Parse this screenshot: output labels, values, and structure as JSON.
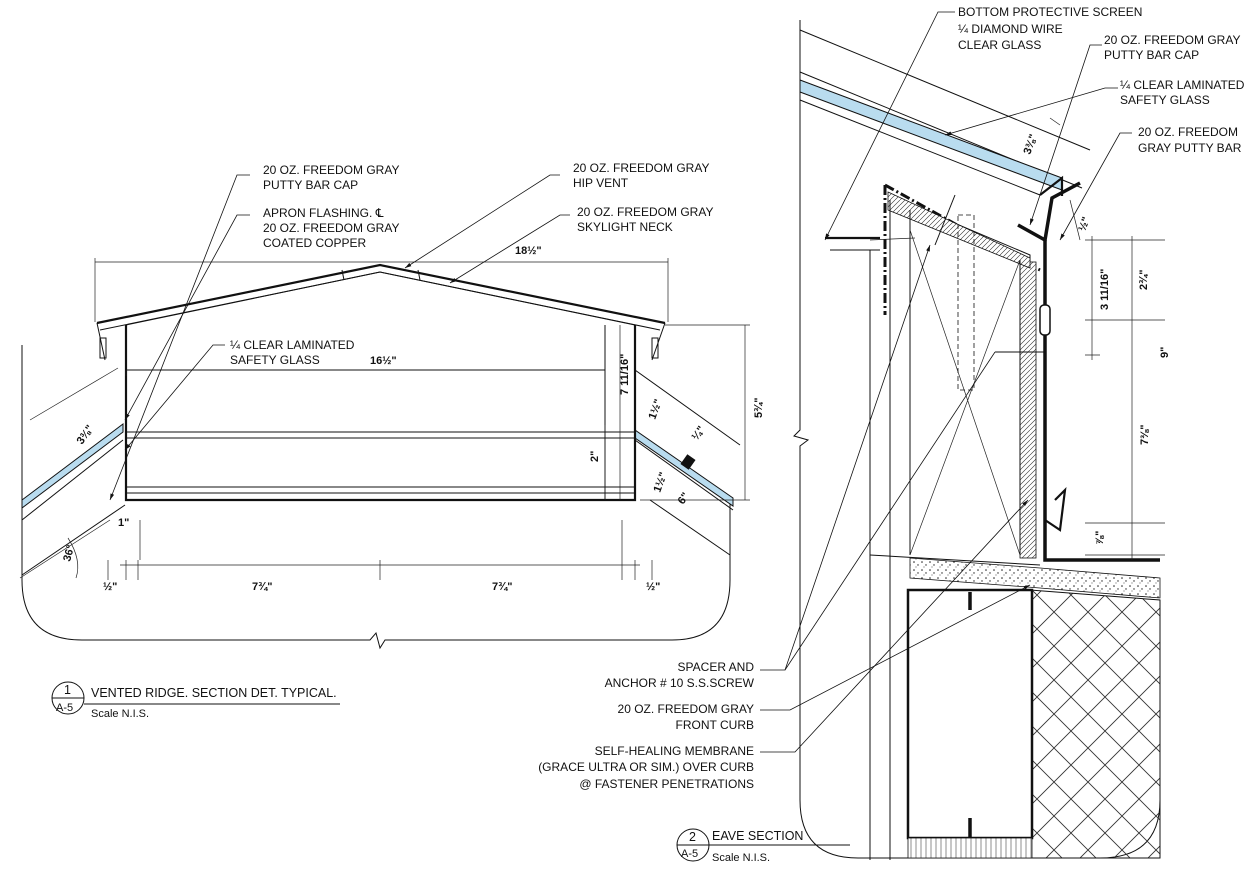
{
  "left_detail": {
    "callouts": {
      "putty_bar_cap": [
        "20 OZ. FREEDOM GRAY",
        "PUTTY BAR CAP"
      ],
      "apron_flashing": [
        "APRON FLASHING. ℄",
        "20 OZ. FREEDOM GRAY",
        "COATED COPPER"
      ],
      "hip_vent": [
        "20 OZ. FREEDOM GRAY",
        "HIP VENT"
      ],
      "skylight_neck": [
        "20 OZ. FREEDOM GRAY",
        "SKYLIGHT NECK"
      ],
      "laminated_glass": [
        "¼ CLEAR LAMINATED",
        "SAFETY GLASS"
      ]
    },
    "dimensions": {
      "overall_width": "18½\"",
      "inner_width": "16½\"",
      "height_right": "7 11/16\"",
      "height_outer": "5¾\"",
      "neck_height": "2\"",
      "glass_offset_top": "1½\"",
      "glass_thickness": "¼\"",
      "glass_offset_bottom": "1½\"",
      "edge_gap": "6\"",
      "left_angle_dim": "3⅜\"",
      "angle": "36°",
      "bottom_one": "1\"",
      "bottom_left_edge": "½\"",
      "bottom_left_span": "7¾\"",
      "bottom_right_span": "7¾\"",
      "bottom_right_edge": "½\""
    },
    "title": {
      "number": "1",
      "sheet": "A-5",
      "name": "VENTED RIDGE. SECTION DET. TYPICAL.",
      "scale": "Scale N.I.S."
    }
  },
  "right_detail": {
    "callouts": {
      "bottom_screen": [
        "BOTTOM PROTECTIVE SCREEN",
        "¼ DIAMOND WIRE",
        "CLEAR GLASS"
      ],
      "putty_bar_cap": [
        "20 OZ. FREEDOM GRAY",
        "PUTTY BAR CAP"
      ],
      "laminated_glass": [
        "¼ CLEAR LAMINATED",
        "SAFETY GLASS"
      ],
      "putty_bar": [
        "20 OZ. FREEDOM",
        "GRAY PUTTY BAR"
      ],
      "spacer": [
        "SPACER AND",
        "ANCHOR # 10 S.S.SCREW"
      ],
      "front_curb": [
        "20 OZ. FREEDOM GRAY",
        "FRONT  CURB"
      ],
      "membrane": [
        "SELF-HEALING MEMBRANE",
        "(GRACE ULTRA OR SIM.) OVER CURB",
        "@ FASTENER PENETRATIONS"
      ]
    },
    "dimensions": {
      "glass_pitch": "3⅜\"",
      "top_gap": "½\"",
      "upper": "2¾\"",
      "side": "3 11/16\"",
      "overall": "9\"",
      "lower": "7⅜\"",
      "bottom": "⅞\""
    },
    "title": {
      "number": "2",
      "sheet": "A-5",
      "name": "EAVE SECTION",
      "scale": "Scale N.I.S."
    }
  }
}
